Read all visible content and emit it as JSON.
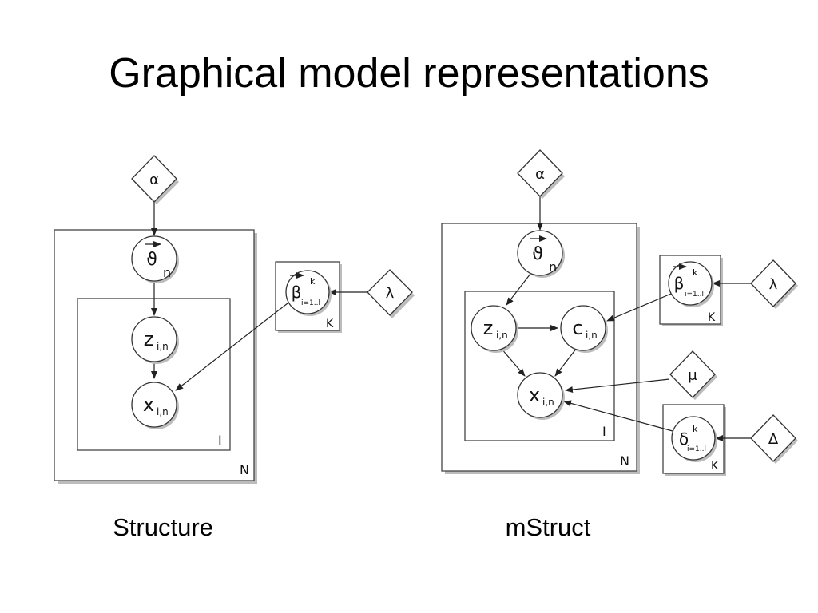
{
  "slide": {
    "title": "Graphical model representations"
  },
  "models": [
    {
      "caption": "Structure",
      "nodes": {
        "alpha": "α",
        "theta": "ϑ",
        "theta_sub": "n",
        "z": "z",
        "z_sub": "i,n",
        "x": "x",
        "x_sub": "i,n",
        "beta": "β",
        "beta_sup": "k",
        "beta_sub": "i=1..l",
        "lambda": "λ"
      },
      "plates": {
        "outer": "N",
        "inner": "I",
        "topic": "K"
      }
    },
    {
      "caption": "mStruct",
      "nodes": {
        "alpha": "α",
        "theta": "ϑ",
        "theta_sub": "n",
        "z": "z",
        "z_sub": "i,n",
        "c": "c",
        "c_sub": "i,n",
        "x": "x",
        "x_sub": "i,n",
        "beta": "β",
        "beta_sup": "k",
        "beta_sub": "i=1..l",
        "lambda": "λ",
        "mu": "μ",
        "delta": "δ",
        "delta_sup": "k",
        "delta_sub": "i=1..l",
        "Delta": "Δ"
      },
      "plates": {
        "outer": "N",
        "inner": "I",
        "topic_beta": "K",
        "topic_delta": "K"
      }
    }
  ]
}
